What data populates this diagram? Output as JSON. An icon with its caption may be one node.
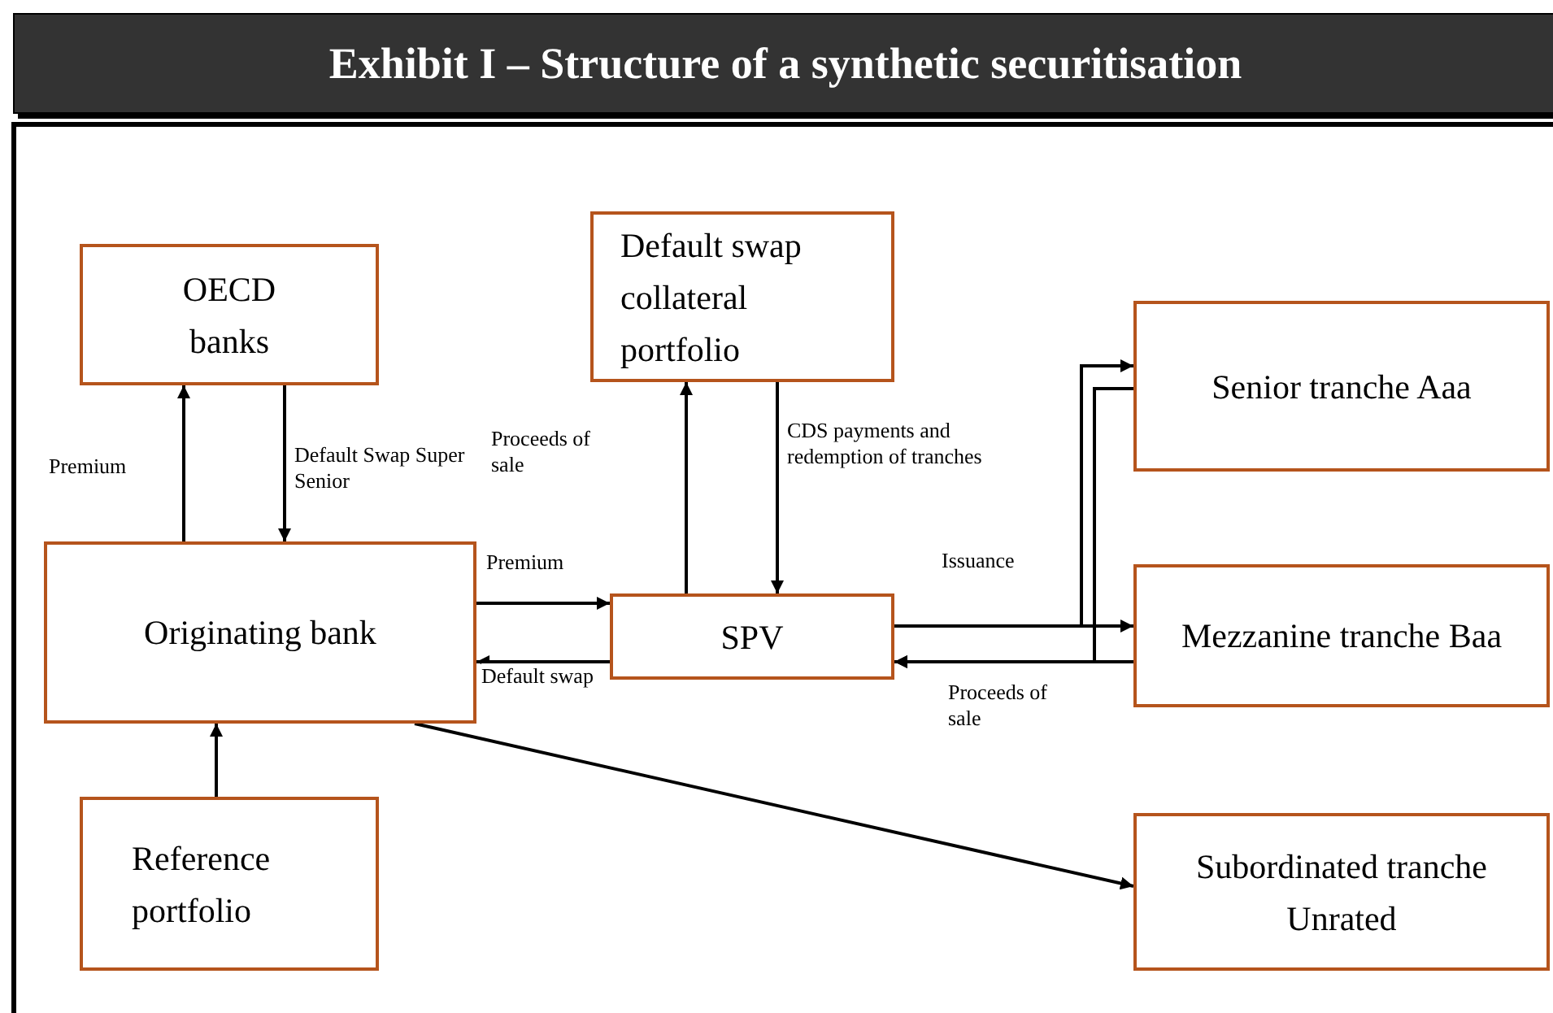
{
  "diagram": {
    "title": "Exhibit I – Structure of a synthetic securitisation",
    "nodes": [
      {
        "text": [
          "OECD banks"
        ]
      },
      {
        "text": [
          "Default swap collateral portfolio"
        ]
      },
      {
        "text": [
          "Senior tranche Aaa"
        ]
      },
      {
        "text": [
          "Originating bank"
        ]
      },
      {
        "text": [
          "SPV"
        ]
      },
      {
        "text": [
          "Mezzanine tranche Baa"
        ]
      },
      {
        "text": [
          "Reference portfolio"
        ]
      },
      {
        "text": [
          "Subordinated tranche Unrated"
        ]
      }
    ],
    "edges": [
      {
        "from": 3,
        "to": 0,
        "arrow": "to",
        "label": "Premium"
      },
      {
        "from": 0,
        "to": 3,
        "arrow": "to",
        "label": "Default Swap Super Senior"
      },
      {
        "from": 4,
        "to": 1,
        "arrow": "to",
        "label": "Proceeds of sale"
      },
      {
        "from": 1,
        "to": 4,
        "arrow": "to",
        "label": "CDS payments and redemption of tranches"
      },
      {
        "from": 3,
        "to": 4,
        "arrow": "to",
        "label": "Premium"
      },
      {
        "from": 4,
        "to": 3,
        "arrow": "to",
        "label": "Default swap"
      },
      {
        "from": 4,
        "to": 2,
        "arrow": "to"
      },
      {
        "from": 4,
        "to": 5,
        "arrow": "to",
        "label": "Issuance"
      },
      {
        "from": 2,
        "to": 4,
        "arrow": "to"
      },
      {
        "from": 5,
        "to": 4,
        "arrow": "to",
        "label": "Proceeds of sale"
      },
      {
        "from": 6,
        "to": 3,
        "arrow": "to"
      },
      {
        "from": 3,
        "to": 7,
        "arrow": "to"
      }
    ]
  }
}
